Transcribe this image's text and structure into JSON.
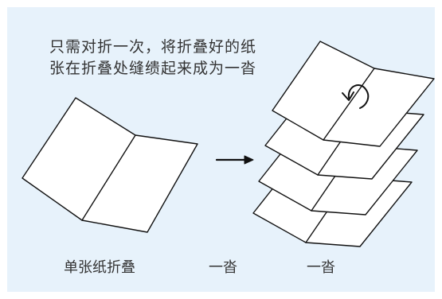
{
  "intro": {
    "line1": "只需对折一次，将折叠好的纸",
    "line2": "张在折叠处缝缋起来成为一沓"
  },
  "captions": {
    "single_sheet": "单张纸折叠",
    "stack_mid": "一沓",
    "stack_right": "一沓"
  },
  "colors": {
    "panel_background": "#e7f2fb",
    "line": "#111111",
    "text": "#333333"
  }
}
